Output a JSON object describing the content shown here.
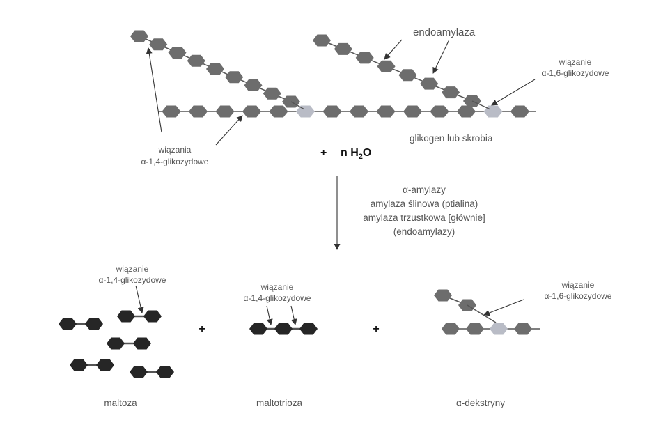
{
  "labels": {
    "endoamylaza": "endoamylaza",
    "bond16_top_line1": "wiązanie",
    "bond16_top_line2": "α-1,6-glikozydowe",
    "glycogen": "glikogen lub skrobia",
    "bonds14_line1": "wiązania",
    "bonds14_line2": "α-1,4-glikozydowe",
    "plus": "+",
    "water_n": "n H",
    "water_sub": "2",
    "water_o": "O",
    "enzymes": [
      "α-amylazy",
      "amylaza ślinowa (ptialina)",
      "amylaza trzustkowa [głównie]",
      "(endoamylazy)"
    ],
    "maltose_bond_line1": "wiązanie",
    "maltose_bond_line2": "α-1,4-glikozydowe",
    "maltotriose_bond_line1": "wiązanie",
    "maltotriose_bond_line2": "α-1,4-glikozydowe",
    "dextrin_bond_line1": "wiązanie",
    "dextrin_bond_line2": "α-1,6-glikozydowe",
    "product_maltose": "maltoza",
    "product_maltotriose": "maltotrioza",
    "product_dextrins": "α-dekstryny"
  },
  "colors": {
    "glucose_unit": "#6d6d6d",
    "branch_point_unit": "#b9bcc6",
    "product_unit": "#262626",
    "chain_line": "#555555",
    "arrow": "#333333",
    "label_text": "#555555"
  }
}
